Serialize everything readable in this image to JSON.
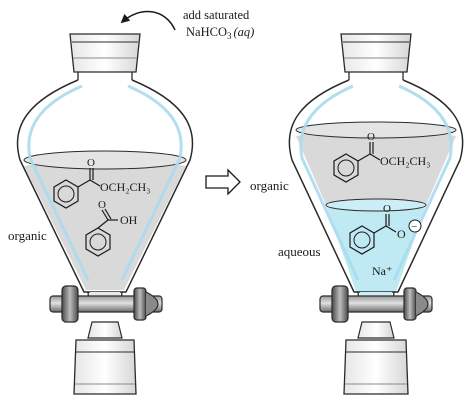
{
  "reagent": {
    "line1": "add saturated",
    "formula_main": "NaHCO",
    "formula_sub": "3",
    "formula_phase": "(aq)"
  },
  "left_funnel": {
    "layer_label": "organic",
    "ester_group": "OCH₂CH₃",
    "ester_carbonyl_o": "O",
    "acid_group": "OH",
    "acid_carbonyl_o": "O"
  },
  "right_funnel": {
    "top_label": "organic",
    "bottom_label": "aqueous",
    "ester_group": "OCH₂CH₃",
    "ester_carbonyl_o": "O",
    "carboxylate_o": "O",
    "carboxylate_carbonyl_o": "O",
    "negative_charge": "−",
    "counter_ion": "Na⁺"
  },
  "colors": {
    "organic_layer": "#d9d9d9",
    "aqueous_layer": "#bfe9f3",
    "glass_outline": "#2b2b2b",
    "glass_highlight": "#a9dcef",
    "stopcock": "#6e6e6e"
  }
}
